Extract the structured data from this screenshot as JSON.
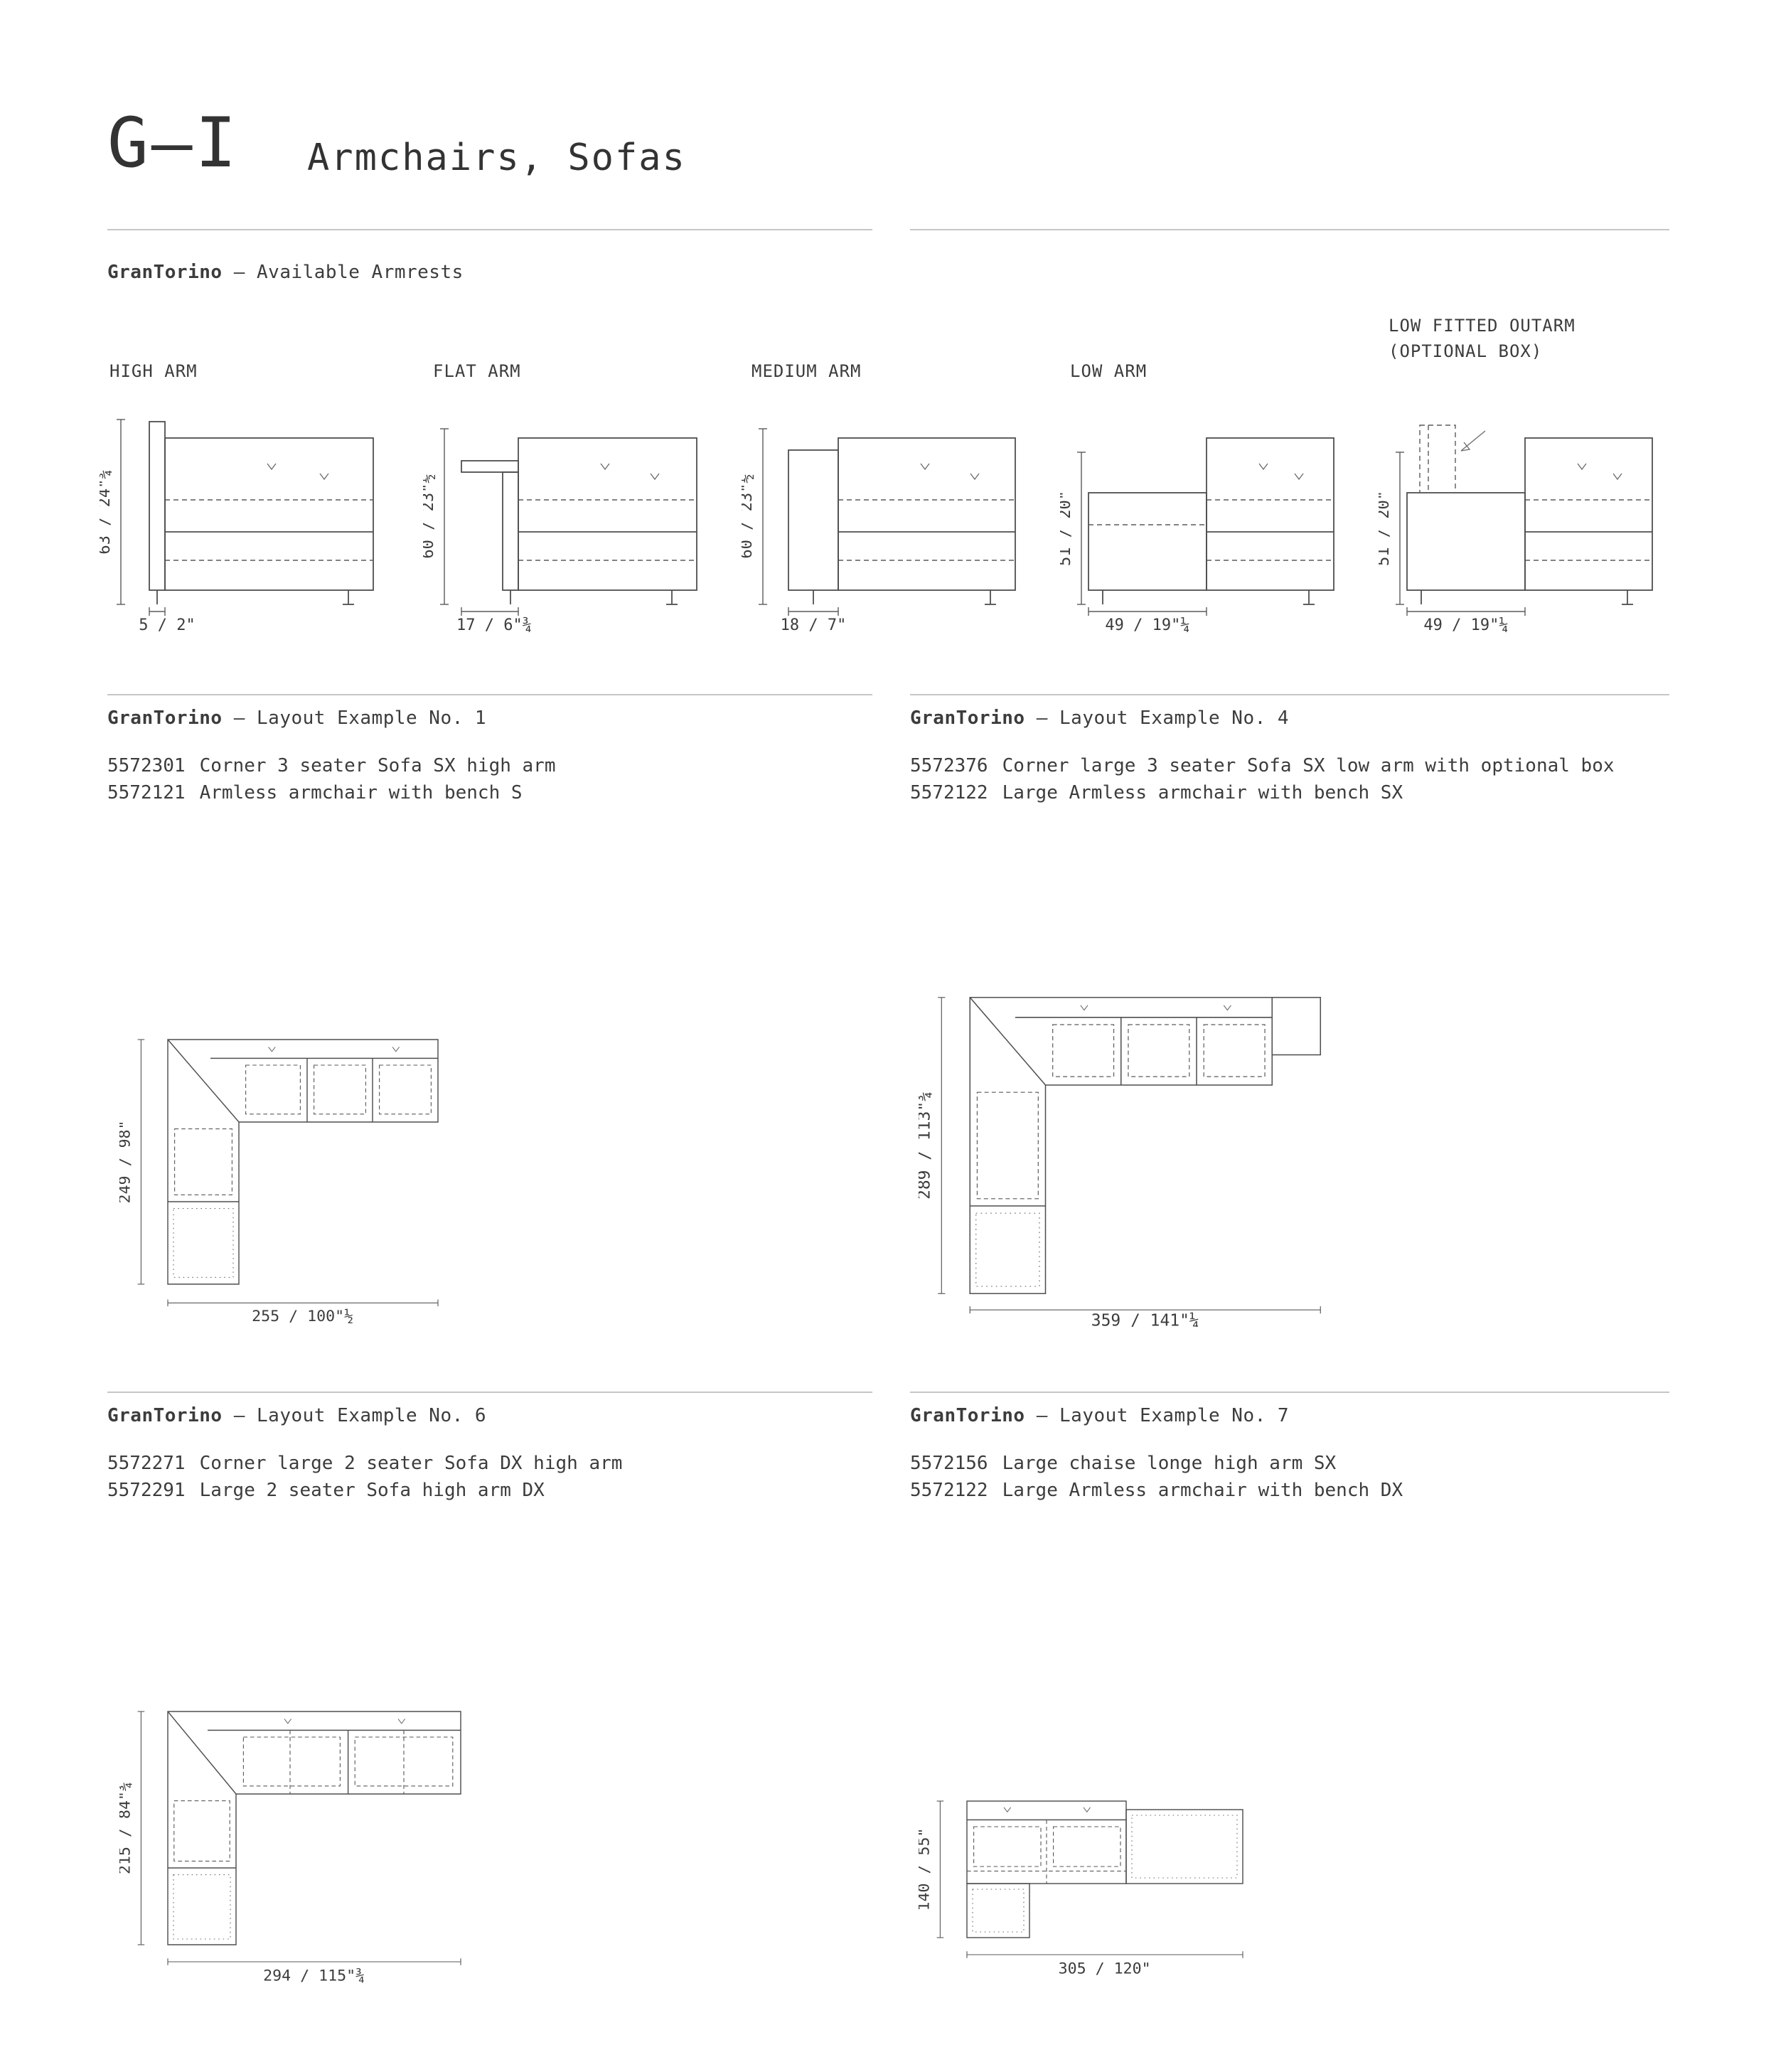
{
  "header": {
    "code": "G–I",
    "title": "Armchairs, Sofas"
  },
  "armrests": {
    "brand": "GranTorino",
    "section": "— Available Armrests",
    "items": [
      {
        "label": "HIGH ARM",
        "height": "63 / 24\"¾",
        "width": "5 / 2\""
      },
      {
        "label": "FLAT ARM",
        "height": "60 / 23\"½",
        "width": "17 / 6\"¾"
      },
      {
        "label": "MEDIUM ARM",
        "height": "60 / 23\"½",
        "width": "18 / 7\""
      },
      {
        "label": "LOW ARM",
        "height": "51 / 20\"",
        "width": "49 / 19\"¼"
      },
      {
        "label": "LOW FITTED OUTARM",
        "sublabel": "(OPTIONAL BOX)",
        "height": "51 / 20\"",
        "width": "49 / 19\"¼"
      }
    ]
  },
  "layouts": [
    {
      "brand": "GranTorino",
      "title": "— Layout Example No. 1",
      "items": [
        {
          "code": "5572301",
          "desc": "Corner 3 seater Sofa SX high arm"
        },
        {
          "code": "5572121",
          "desc": "Armless armchair with bench S"
        }
      ],
      "dim_v": "249 / 98\"",
      "dim_h": "255 / 100\"½"
    },
    {
      "brand": "GranTorino",
      "title": "— Layout Example No. 4",
      "items": [
        {
          "code": "5572376",
          "desc": "Corner large 3 seater Sofa SX low arm with optional box"
        },
        {
          "code": "5572122",
          "desc": "Large Armless armchair with bench SX"
        }
      ],
      "dim_v": "289 / 113\"¾",
      "dim_h": "359 / 141\"¼"
    },
    {
      "brand": "GranTorino",
      "title": "— Layout Example No. 6",
      "items": [
        {
          "code": "5572271",
          "desc": "Corner large 2 seater Sofa DX high arm"
        },
        {
          "code": "5572291",
          "desc": "Large 2 seater Sofa high arm DX"
        }
      ],
      "dim_v": "215 / 84\"¾",
      "dim_h": "294 / 115\"¾"
    },
    {
      "brand": "GranTorino",
      "title": "— Layout Example No. 7",
      "items": [
        {
          "code": "5572156",
          "desc": "Large chaise longe high arm SX"
        },
        {
          "code": "5572122",
          "desc": "Large Armless armchair with bench DX"
        }
      ],
      "dim_v": "140 / 55\"",
      "dim_h": "305 / 120\""
    }
  ]
}
